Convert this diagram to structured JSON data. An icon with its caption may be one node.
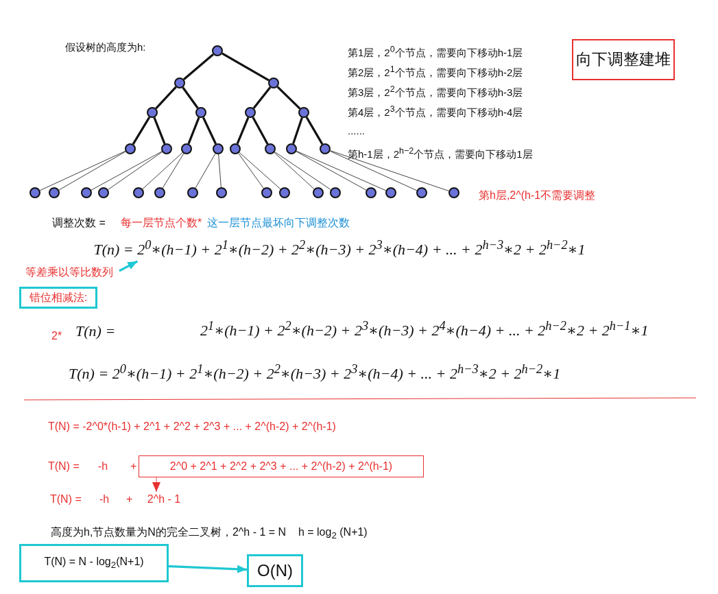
{
  "diagram": {
    "nodes": [
      {
        "text": [
          "向下调整建堆"
        ]
      },
      {
        "text": [],
        "shape": "circle"
      },
      {
        "text": [],
        "shape": "circle"
      },
      {
        "text": [],
        "shape": "circle"
      },
      {
        "text": [],
        "shape": "circle"
      },
      {
        "text": [],
        "shape": "circle"
      },
      {
        "text": [],
        "shape": "circle"
      },
      {
        "text": [],
        "shape": "circle"
      },
      {
        "text": [],
        "shape": "circle"
      },
      {
        "text": [],
        "shape": "circle"
      },
      {
        "text": [],
        "shape": "circle"
      },
      {
        "text": [],
        "shape": "circle"
      },
      {
        "text": [],
        "shape": "circle"
      },
      {
        "text": [],
        "shape": "circle"
      },
      {
        "text": [],
        "shape": "circle"
      },
      {
        "text": [],
        "shape": "circle"
      },
      {
        "text": [],
        "shape": "circle"
      },
      {
        "text": [],
        "shape": "circle"
      },
      {
        "text": [],
        "shape": "circle"
      },
      {
        "text": [],
        "shape": "circle"
      },
      {
        "text": [],
        "shape": "circle"
      },
      {
        "text": [],
        "shape": "circle"
      },
      {
        "text": [],
        "shape": "circle"
      },
      {
        "text": [],
        "shape": "circle"
      },
      {
        "text": [],
        "shape": "circle"
      },
      {
        "text": [],
        "shape": "circle"
      },
      {
        "text": [],
        "shape": "circle"
      },
      {
        "text": [],
        "shape": "circle"
      },
      {
        "text": [],
        "shape": "circle"
      },
      {
        "text": [],
        "shape": "circle"
      },
      {
        "text": [],
        "shape": "circle"
      },
      {
        "text": [],
        "shape": "circle"
      },
      {
        "text": [
          "等差乘以等比数列"
        ]
      },
      {
        "text": [
          "T(n) = 2$^{0}$∗(h−1) + 2$^{1}$∗(h−2) + 2$^{2}$∗(h−3) + 2$^{3}$∗(h−4) + ... + 2$^{h−3}$∗2 + 2$^{h−2}$∗1"
        ]
      },
      {
        "text": [
          "错位相减法:"
        ]
      },
      {
        "text": [
          "2^0 + 2^1 + 2^2 + 2^3 + ... + 2^(h-2) + 2^(h-1)"
        ]
      },
      {
        "text": [
          "2^h - 1"
        ]
      },
      {
        "text": [
          "T(N) = N - log$_{2}$(N+1)"
        ]
      },
      {
        "text": [
          "O(N)"
        ]
      }
    ],
    "edges": [
      {
        "from": 1,
        "to": 2,
        "arrow": "none",
        "style": "thick"
      },
      {
        "from": 1,
        "to": 3,
        "arrow": "none",
        "style": "thick"
      },
      {
        "from": 2,
        "to": 4,
        "arrow": "none",
        "style": "thick"
      },
      {
        "from": 2,
        "to": 5,
        "arrow": "none",
        "style": "thick"
      },
      {
        "from": 3,
        "to": 6,
        "arrow": "none",
        "style": "thick"
      },
      {
        "from": 3,
        "to": 7,
        "arrow": "none",
        "style": "thick"
      },
      {
        "from": 4,
        "to": 8,
        "arrow": "none",
        "style": "thick"
      },
      {
        "from": 4,
        "to": 9,
        "arrow": "none",
        "style": "thick"
      },
      {
        "from": 5,
        "to": 10,
        "arrow": "none",
        "style": "thick"
      },
      {
        "from": 5,
        "to": 11,
        "arrow": "none",
        "style": "thick"
      },
      {
        "from": 6,
        "to": 12,
        "arrow": "none",
        "style": "thick"
      },
      {
        "from": 6,
        "to": 13,
        "arrow": "none",
        "style": "thick"
      },
      {
        "from": 7,
        "to": 14,
        "arrow": "none",
        "style": "thick"
      },
      {
        "from": 7,
        "to": 15,
        "arrow": "none",
        "style": "thick"
      },
      {
        "from": 8,
        "to": 16,
        "arrow": "none"
      },
      {
        "from": 8,
        "to": 17,
        "arrow": "none"
      },
      {
        "from": 9,
        "to": 18,
        "arrow": "none"
      },
      {
        "from": 9,
        "to": 19,
        "arrow": "none"
      },
      {
        "from": 10,
        "to": 20,
        "arrow": "none"
      },
      {
        "from": 10,
        "to": 21,
        "arrow": "none"
      },
      {
        "from": 11,
        "to": 22,
        "arrow": "none"
      },
      {
        "from": 11,
        "to": 23,
        "arrow": "none"
      },
      {
        "from": 12,
        "to": 24,
        "arrow": "none"
      },
      {
        "from": 12,
        "to": 25,
        "arrow": "none"
      },
      {
        "from": 13,
        "to": 26,
        "arrow": "none"
      },
      {
        "from": 13,
        "to": 27,
        "arrow": "none"
      },
      {
        "from": 14,
        "to": 28,
        "arrow": "none"
      },
      {
        "from": 14,
        "to": 29,
        "arrow": "none"
      },
      {
        "from": 15,
        "to": 30,
        "arrow": "none"
      },
      {
        "from": 15,
        "to": 31,
        "arrow": "none"
      },
      {
        "from": 32,
        "to": 33,
        "arrow": "to",
        "style": "thick",
        "color": "#1ec8d2"
      },
      {
        "from": 35,
        "to": 36,
        "arrow": "to",
        "color": "#e83030"
      },
      {
        "from": 37,
        "to": 38,
        "arrow": "to",
        "style": "thick",
        "color": "#1ec8d2"
      }
    ],
    "labels": [
      "假设树的高度为h:",
      "第1层，2$^{0}$个节点，需要向下移动h-1层",
      "第2层，2$^{1}$个节点，需要向下移动h-2层",
      "第3层，2$^{2}$个节点，需要向下移动h-3层",
      "第4层，2$^{3}$个节点，需要向下移动h-4层",
      "......",
      "第h-1层，2$^{h−2}$个节点，需要向下移动1层",
      "第h层,2^(h-1不需要调整",
      "调整次数 =",
      "每一层节点个数*",
      "这一层节点最坏向下调整次数",
      "2*",
      "T(n) =",
      "2$^{1}$∗(h−1) + 2$^{2}$∗(h−2) + 2$^{3}$∗(h−3) + 2$^{4}$∗(h−4) + ... + 2$^{h−2}$∗2 + 2$^{h−1}$∗1",
      "T(n) = 2$^{0}$∗(h−1) + 2$^{1}$∗(h−2) + 2$^{2}$∗(h−3) + 2$^{3}$∗(h−4) + ... + 2$^{h−3}$∗2 + 2$^{h−2}$∗1",
      "T(N) = -2^0*(h-1) + 2^1 + 2^2 + 2^3 + ... + 2^(h-2) + 2^(h-1)",
      "T(N) =",
      "-h",
      "+",
      "T(N) =",
      "-h",
      "+",
      "高度为h,节点数量为N的完全二叉树，2^h - 1 = N    h = log$_{2}$ (N+1)"
    ]
  }
}
